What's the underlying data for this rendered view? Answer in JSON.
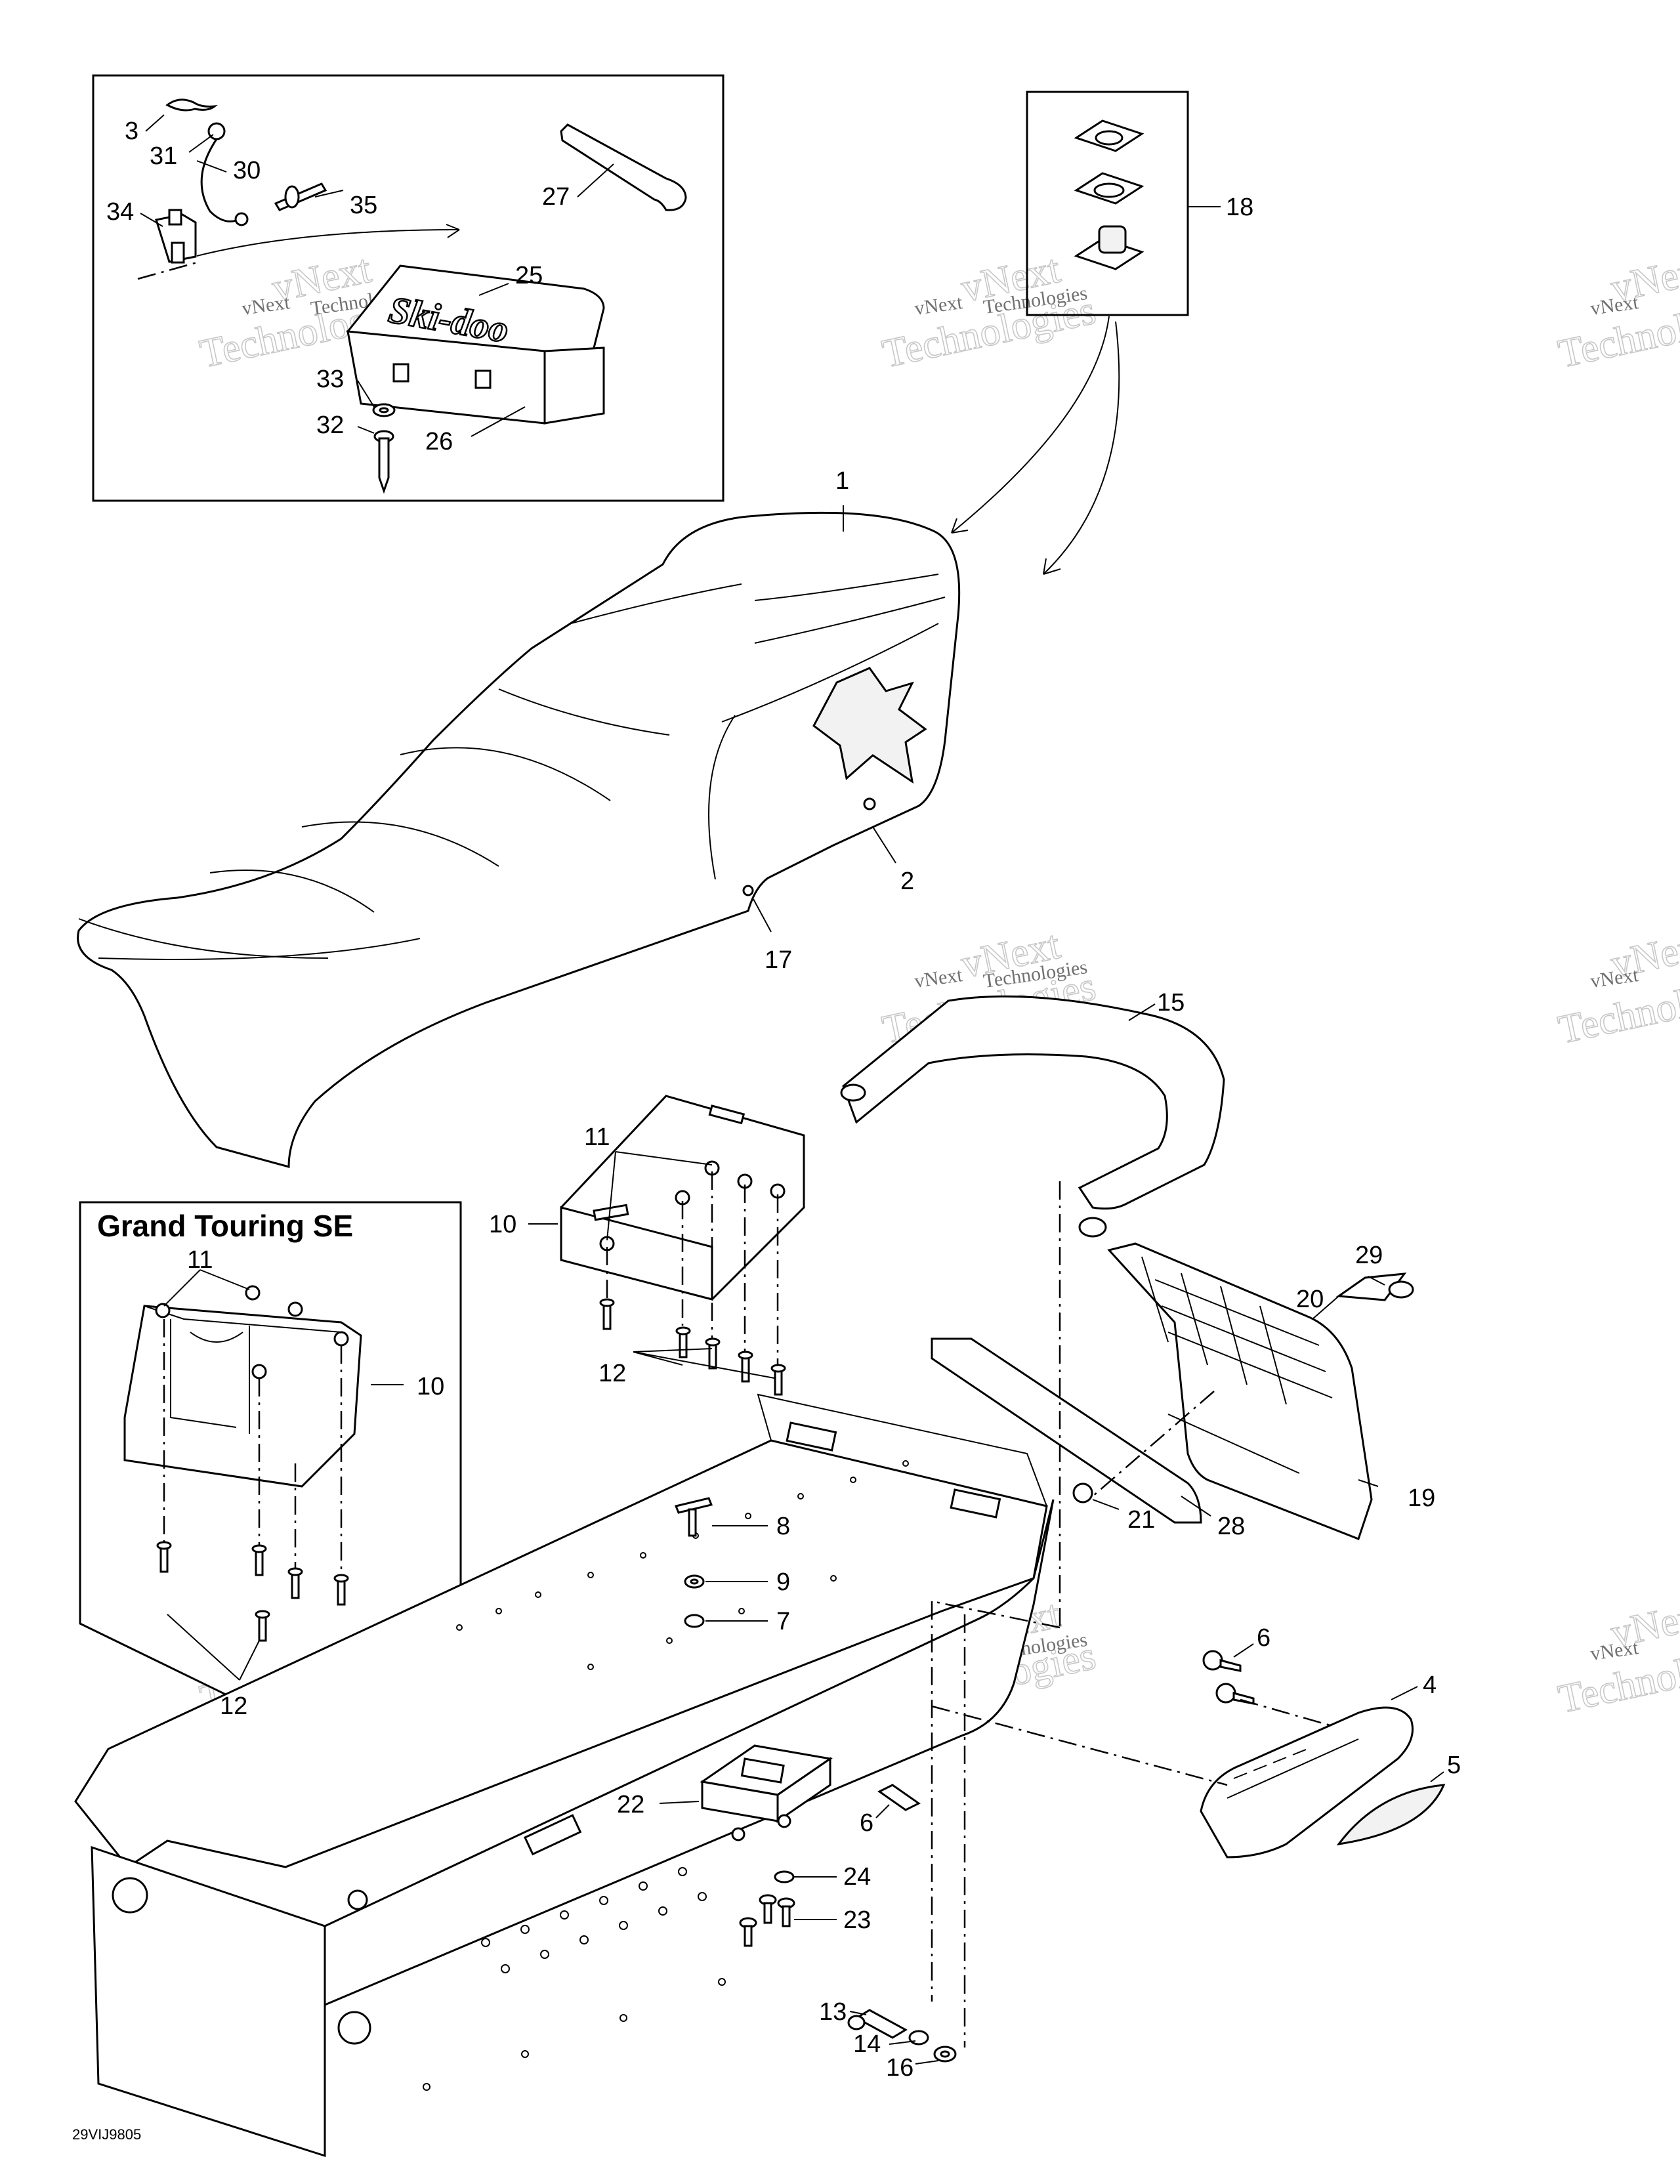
{
  "diagram": {
    "inset_title": "Grand Touring SE",
    "figure_code": "29VIJ9805",
    "watermark_line1": "vNext",
    "watermark_line2": "Technologies",
    "callouts": [
      {
        "id": "c3",
        "label": "3"
      },
      {
        "id": "c31",
        "label": "31"
      },
      {
        "id": "c30",
        "label": "30"
      },
      {
        "id": "c35",
        "label": "35"
      },
      {
        "id": "c34",
        "label": "34"
      },
      {
        "id": "c27",
        "label": "27"
      },
      {
        "id": "c25",
        "label": "25"
      },
      {
        "id": "c33",
        "label": "33"
      },
      {
        "id": "c32",
        "label": "32"
      },
      {
        "id": "c26",
        "label": "26"
      },
      {
        "id": "c18",
        "label": "18"
      },
      {
        "id": "c1",
        "label": "1"
      },
      {
        "id": "c2",
        "label": "2"
      },
      {
        "id": "c17",
        "label": "17"
      },
      {
        "id": "c15",
        "label": "15"
      },
      {
        "id": "c11a",
        "label": "11"
      },
      {
        "id": "c10a",
        "label": "10"
      },
      {
        "id": "c12a",
        "label": "12"
      },
      {
        "id": "c11b",
        "label": "11"
      },
      {
        "id": "c10b",
        "label": "10"
      },
      {
        "id": "c12b",
        "label": "12"
      },
      {
        "id": "c29",
        "label": "29"
      },
      {
        "id": "c20",
        "label": "20"
      },
      {
        "id": "c19",
        "label": "19"
      },
      {
        "id": "c21",
        "label": "21"
      },
      {
        "id": "c28",
        "label": "28"
      },
      {
        "id": "c8",
        "label": "8"
      },
      {
        "id": "c9",
        "label": "9"
      },
      {
        "id": "c7",
        "label": "7"
      },
      {
        "id": "c6a",
        "label": "6"
      },
      {
        "id": "c4",
        "label": "4"
      },
      {
        "id": "c5",
        "label": "5"
      },
      {
        "id": "c22",
        "label": "22"
      },
      {
        "id": "c6b",
        "label": "6"
      },
      {
        "id": "c24",
        "label": "24"
      },
      {
        "id": "c23",
        "label": "23"
      },
      {
        "id": "c13",
        "label": "13"
      },
      {
        "id": "c14",
        "label": "14"
      },
      {
        "id": "c16",
        "label": "16"
      }
    ]
  }
}
